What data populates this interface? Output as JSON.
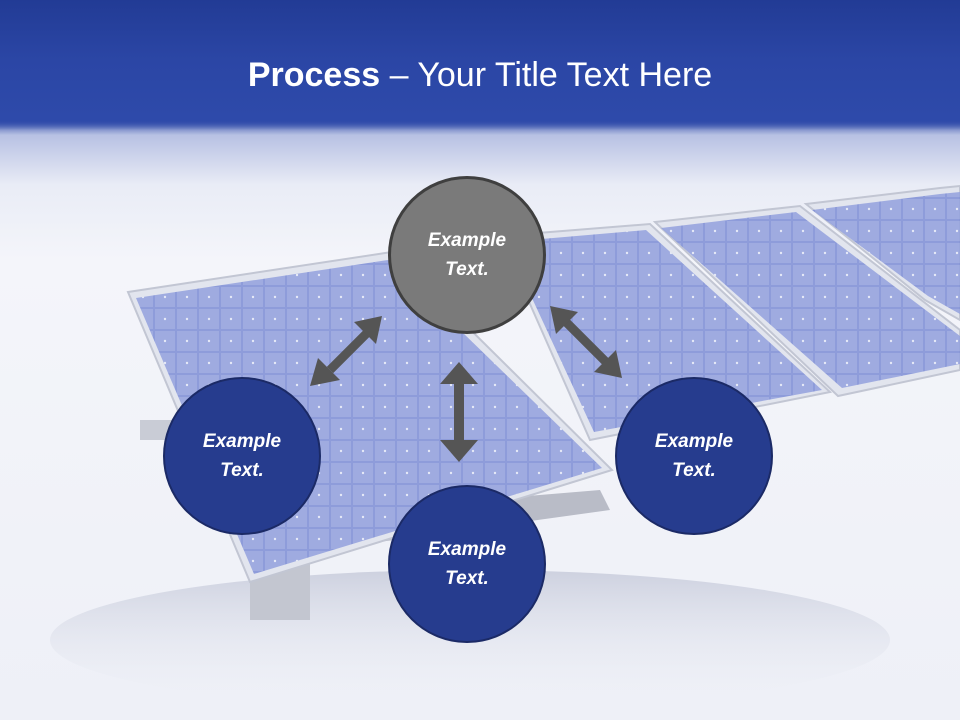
{
  "header": {
    "title_bold": "Process",
    "title_rest": " – Your Title Text Here"
  },
  "diagram": {
    "center_node": {
      "line1": "Example",
      "line2": "Text."
    },
    "left_node": {
      "line1": "Example",
      "line2": "Text."
    },
    "right_node": {
      "line1": "Example",
      "line2": "Text."
    },
    "bottom_node": {
      "line1": "Example",
      "line2": "Text."
    }
  },
  "colors": {
    "header_blue": "#2b46a5",
    "node_blue": "#263c8e",
    "node_gray": "#7a7a7a",
    "arrow_gray": "#555555"
  }
}
